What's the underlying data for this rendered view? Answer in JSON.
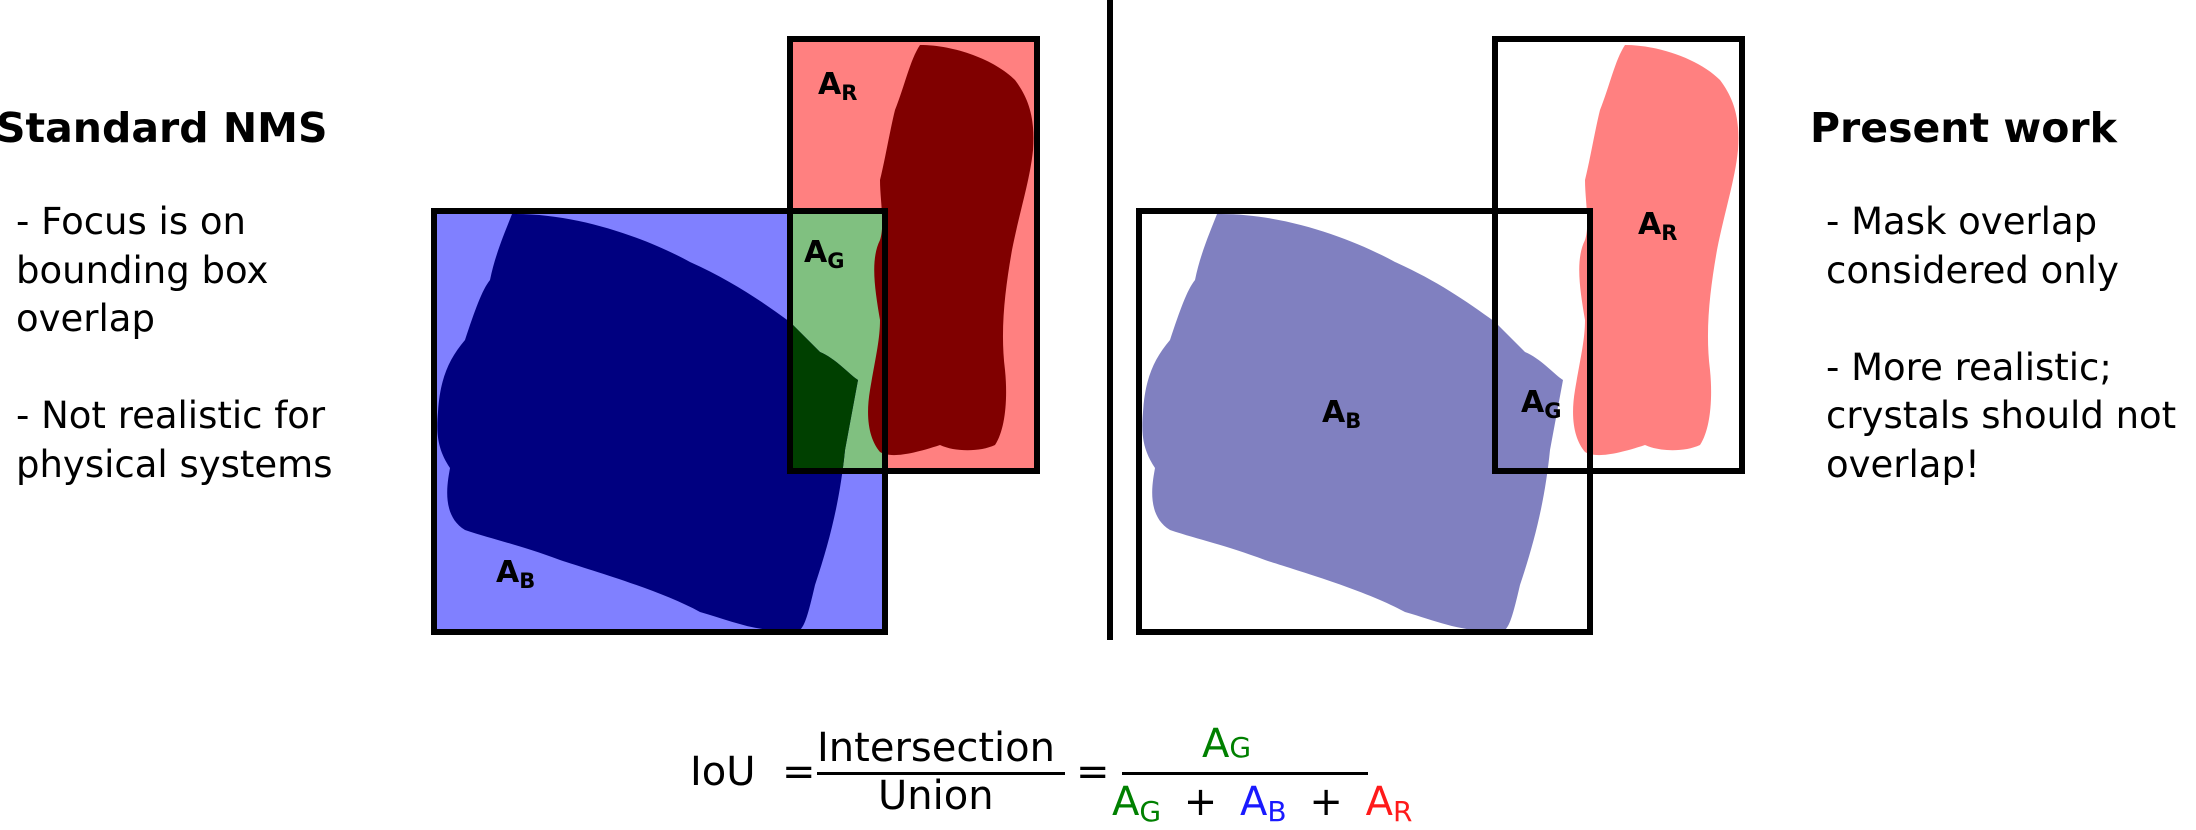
{
  "left_panel": {
    "heading": "Standard NMS",
    "bullets": [
      [
        "- Focus is on",
        "bounding box",
        "overlap"
      ],
      [
        "- Not realistic for",
        "physical systems"
      ]
    ]
  },
  "right_panel": {
    "heading": "Present work",
    "bullets": [
      [
        "- Mask overlap",
        "considered only"
      ],
      [
        "- More realistic;",
        "crystals should not",
        "overlap!"
      ]
    ]
  },
  "labels": {
    "area_letter": "A",
    "red_sub": "R",
    "green_sub": "G",
    "blue_sub": "B"
  },
  "equation": {
    "lhs": "IoU",
    "equals": "=",
    "numerator_text": "Intersection",
    "denominator_text": "Union",
    "area_letter": "A",
    "g_sub": "G",
    "b_sub": "B",
    "r_sub": "R",
    "plus": "+"
  },
  "colors": {
    "green": "#008000",
    "blue": "#1a1aff",
    "red": "#ff1a1a",
    "box_outline": "#000000",
    "left_blue_fill": "#8080ff",
    "left_blue_mask": "#000080",
    "left_red_fill": "#ff8080",
    "left_red_mask": "#800000",
    "left_green_fill": "#80c080",
    "left_green_mask": "#004000",
    "right_blue_mask": "#8080c0",
    "right_red_mask": "#ff8080",
    "right_overlap": "#606030"
  }
}
